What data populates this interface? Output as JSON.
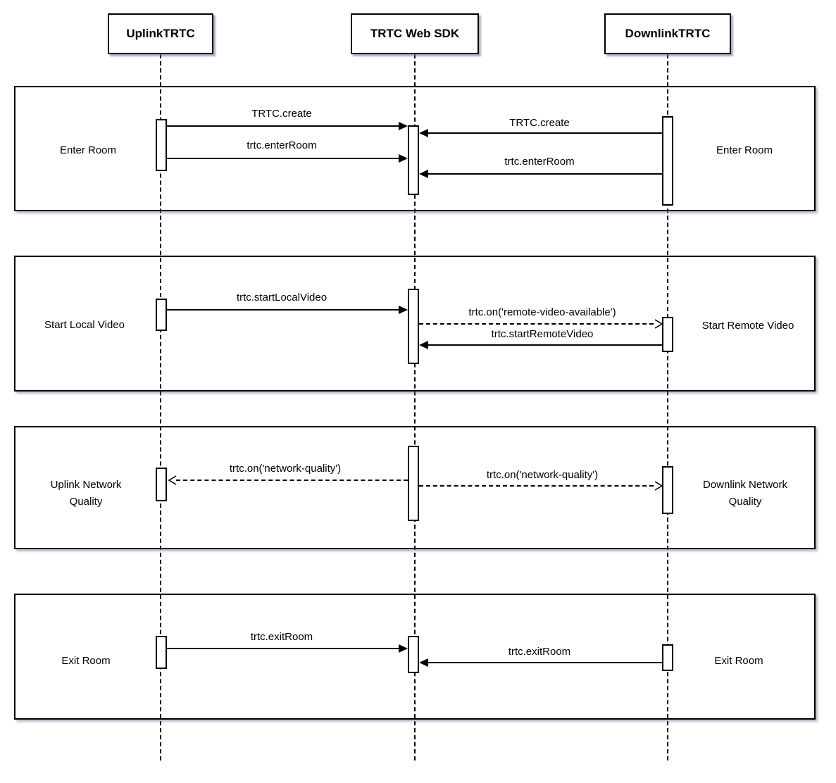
{
  "diagram_type": "sequence-diagram",
  "colors": {
    "line": "#000000",
    "background": "#ffffff",
    "shadow": "#707a98"
  },
  "actors": [
    {
      "label": "UplinkTRTC"
    },
    {
      "label": "TRTC Web SDK"
    },
    {
      "label": "DownlinkTRTC"
    }
  ],
  "sections": [
    {
      "left_label": "Enter Room",
      "right_label": "Enter Room",
      "messages": [
        {
          "label": "TRTC.create",
          "from": "UplinkTRTC",
          "to": "TRTC Web SDK",
          "style": "solid"
        },
        {
          "label": "trtc.enterRoom",
          "from": "UplinkTRTC",
          "to": "TRTC Web SDK",
          "style": "solid"
        },
        {
          "label": "TRTC.create",
          "from": "DownlinkTRTC",
          "to": "TRTC Web SDK",
          "style": "solid"
        },
        {
          "label": "trtc.enterRoom",
          "from": "DownlinkTRTC",
          "to": "TRTC Web SDK",
          "style": "solid"
        }
      ]
    },
    {
      "left_label": "Start Local Video",
      "right_label": "Start Remote Video",
      "messages": [
        {
          "label": "trtc.startLocalVideo",
          "from": "UplinkTRTC",
          "to": "TRTC Web SDK",
          "style": "solid"
        },
        {
          "label": "trtc.on('remote-video-available')",
          "from": "TRTC Web SDK",
          "to": "DownlinkTRTC",
          "style": "dashed"
        },
        {
          "label": "trtc.startRemoteVideo",
          "from": "DownlinkTRTC",
          "to": "TRTC Web SDK",
          "style": "solid"
        }
      ]
    },
    {
      "left_label": "Uplink Network Quality",
      "right_label": "Downlink Network Quality",
      "messages": [
        {
          "label": "trtc.on('network-quality')",
          "from": "TRTC Web SDK",
          "to": "UplinkTRTC",
          "style": "dashed"
        },
        {
          "label": "trtc.on('network-quality')",
          "from": "TRTC Web SDK",
          "to": "DownlinkTRTC",
          "style": "dashed"
        }
      ]
    },
    {
      "left_label": "Exit Room",
      "right_label": "Exit Room",
      "messages": [
        {
          "label": "trtc.exitRoom",
          "from": "UplinkTRTC",
          "to": "TRTC Web SDK",
          "style": "solid"
        },
        {
          "label": "trtc.exitRoom",
          "from": "DownlinkTRTC",
          "to": "TRTC Web SDK",
          "style": "solid"
        }
      ]
    }
  ]
}
